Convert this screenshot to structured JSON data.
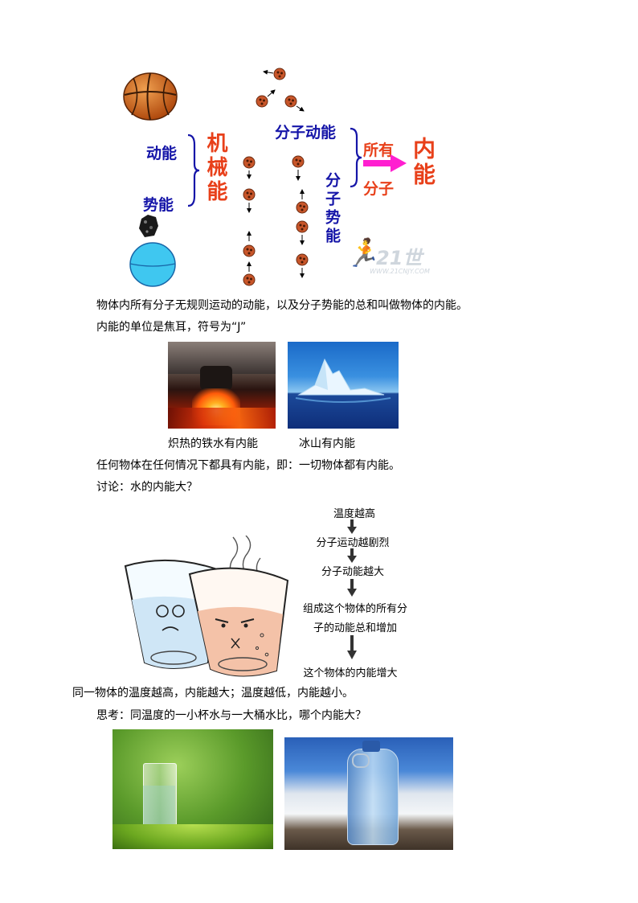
{
  "diagram": {
    "kinetic": "动能",
    "potential": "势能",
    "mechanical": "机械能",
    "mol_kinetic": "分子动能",
    "mol_potential": "分子势能",
    "all": "所有",
    "molecules": "分子",
    "internal": "内能",
    "watermark_num": "21世",
    "watermark_sub": "WWW.21CNJY.COM"
  },
  "text": {
    "definition": "物体内所有分子无规则运动的动能，以及分子势能的总和叫做物体的内能。",
    "unit": "内能的单位是焦耳，符号为“J”",
    "caption_iron": "炽热的铁水有内能",
    "caption_ice": "冰山有内能",
    "any_object": "任何物体在任何情况下都具有内能，即：一切物体都有内能。",
    "discussion": "讨论：水的内能大？",
    "temperature_rule": "同一物体的温度越高，内能越大；温度越低，内能越小。",
    "thinking": "思考：同温度的一小杯水与一大桶水比，哪个内能大？"
  },
  "flow": {
    "step1": "温度越高",
    "step2": "分子运动越剧烈",
    "step3": "分子动能越大",
    "step4a": "组成这个物体的所有分",
    "step4b": "子的动能总和增加",
    "step5": "这个物体的内能增大"
  },
  "colors": {
    "blue_text": "#1515a8",
    "red_text": "#e8401a",
    "arrow_magenta": "#ff1fd0",
    "molecule": "#c8562a"
  }
}
